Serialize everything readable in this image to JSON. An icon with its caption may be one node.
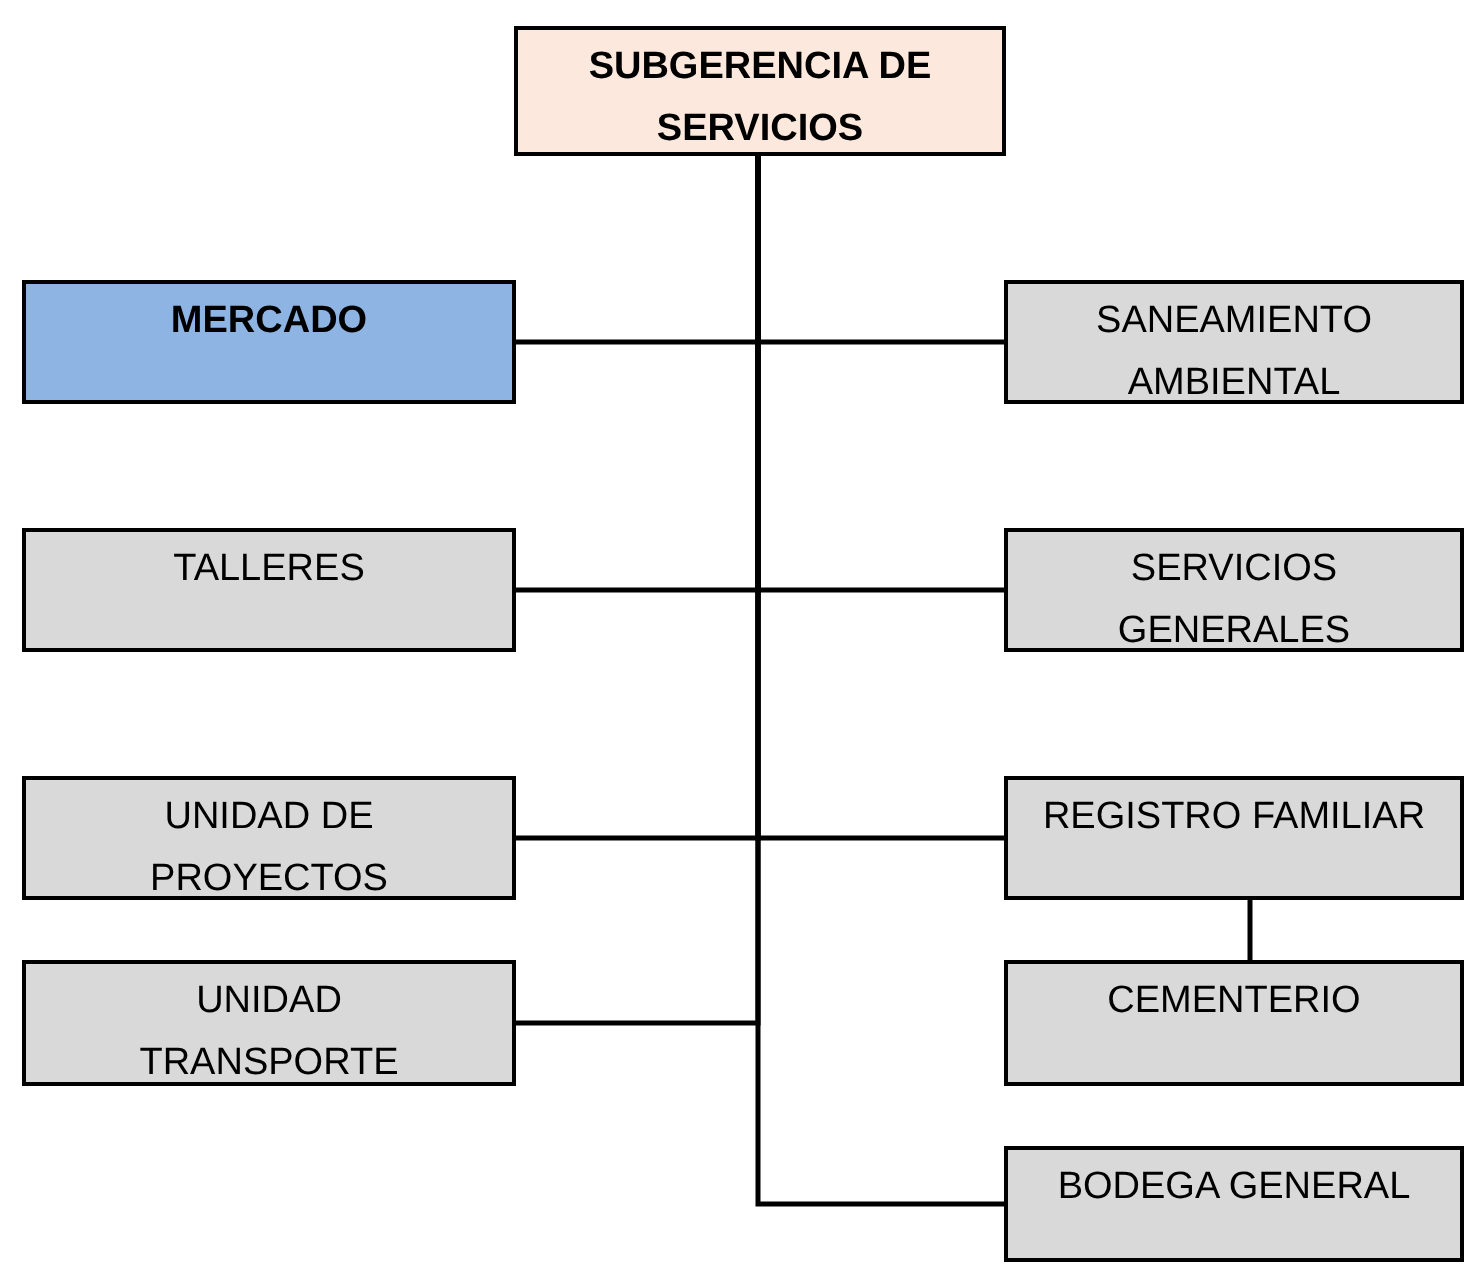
{
  "diagram": {
    "nodes": [
      {
        "text": [
          "SUBGERENCIA DE SERVICIOS"
        ]
      },
      {
        "text": [
          "MERCADO"
        ]
      },
      {
        "text": [
          "SANEAMIENTO AMBIENTAL"
        ]
      },
      {
        "text": [
          "TALLERES"
        ]
      },
      {
        "text": [
          "SERVICIOS GENERALES"
        ]
      },
      {
        "text": [
          "UNIDAD DE PROYECTOS"
        ]
      },
      {
        "text": [
          "REGISTRO FAMILIAR"
        ]
      },
      {
        "text": [
          "UNIDAD TRANSPORTE"
        ]
      },
      {
        "text": [
          "CEMENTERIO"
        ]
      },
      {
        "text": [
          "BODEGA GENERAL"
        ]
      }
    ],
    "edges": [
      {
        "from": 0,
        "to": 1,
        "arrow": "none"
      },
      {
        "from": 0,
        "to": 2,
        "arrow": "none"
      },
      {
        "from": 0,
        "to": 3,
        "arrow": "none"
      },
      {
        "from": 0,
        "to": 4,
        "arrow": "none"
      },
      {
        "from": 0,
        "to": 5,
        "arrow": "none"
      },
      {
        "from": 0,
        "to": 6,
        "arrow": "none"
      },
      {
        "from": 0,
        "to": 7,
        "arrow": "none"
      },
      {
        "from": 6,
        "to": 8,
        "arrow": "none"
      },
      {
        "from": 0,
        "to": 9,
        "arrow": "none"
      }
    ]
  }
}
